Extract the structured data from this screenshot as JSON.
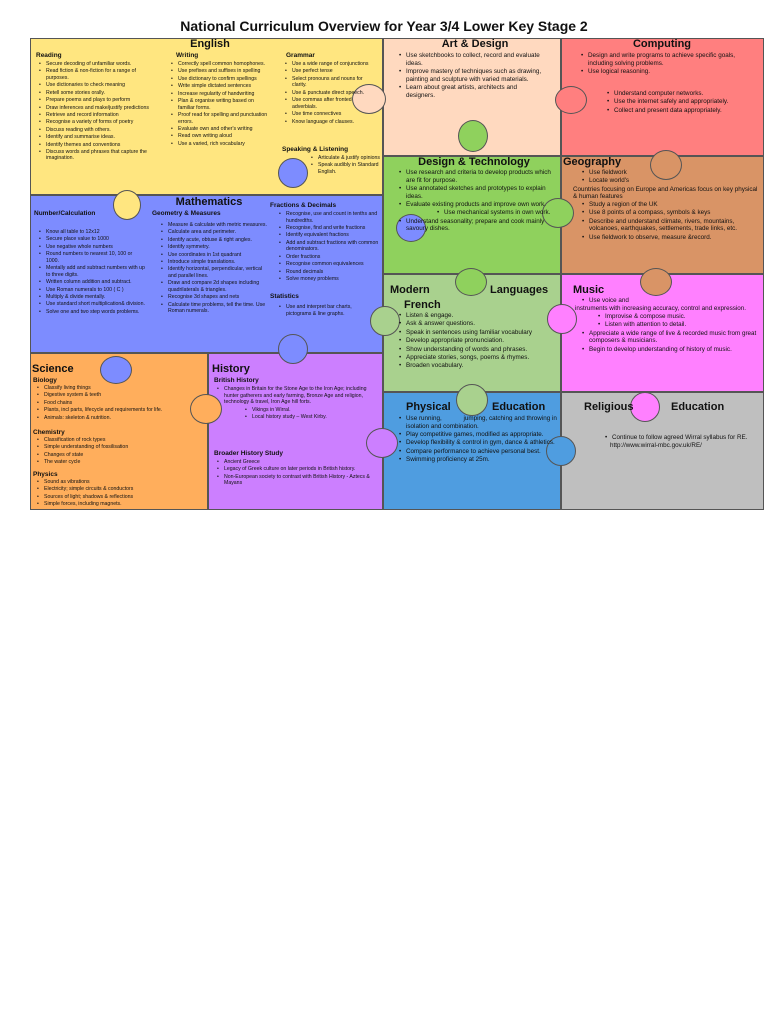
{
  "title": "National Curriculum Overview for Year 3/4  Lower Key Stage 2",
  "colors": {
    "english": "#ffe680",
    "art": "#ffd9bf",
    "computing": "#ff7f7f",
    "dt": "#8fd15d",
    "geography": "#d99466",
    "maths": "#7d8cff",
    "mfl": "#a9d18e",
    "music": "#ff80ff",
    "science": "#ffae5c",
    "history": "#cc7fff",
    "pe": "#4f9de0",
    "re": "#bfbfbf"
  },
  "english": {
    "heading": "English",
    "reading_label": "Reading",
    "reading": [
      "Secure decoding of unfamiliar words.",
      "Read fiction & non-fiction for a range of purposes.",
      "Use dictionaries to check meaning",
      "Retell some stories orally.",
      "Prepare poems and plays to perform",
      "Draw inferences and make/justify predictions",
      "Retrieve and record information",
      "Recognise a variety of forms of poetry",
      "Discuss reading with others.",
      "Identify and summarise ideas.",
      "Identify themes and conventions",
      "Discuss words and phrases that capture the imagination."
    ],
    "writing_label": "Writing",
    "writing": [
      "Correctly spell common homophones.",
      "Use prefixes and suffixes in spelling",
      "Use dictionary to confirm spellings",
      "Write simple dictated sentences",
      "Increase regularity of handwriting",
      "Plan & organise writing based on familiar forms.",
      "Proof read for spelling and punctuation errors.",
      "Evaluate own and other's writing",
      "Read own writing aloud",
      "Use a varied, rich vocabulary"
    ],
    "grammar_label": "Grammar",
    "grammar": [
      "Use a wide range of conjunctions",
      "Use perfect tense",
      "Select pronouns and nouns for clarity.",
      "Use & punctuate direct speech.",
      "Use commas after fronted adverbials.",
      "Use time connectives",
      "Know language of clauses."
    ],
    "speaking_label": "Speaking & Listening",
    "speaking": [
      "Articulate & justify opinions",
      "Speak audibly in Standard English."
    ]
  },
  "art": {
    "heading": "Art & Design",
    "items": [
      "Use sketchbooks to collect,  record and evaluate ideas.",
      "Improve mastery of techniques such as drawing, painting and sculpture with varied materials.",
      "Learn about great artists, architects and designers."
    ]
  },
  "computing": {
    "heading": "Computing",
    "items": [
      "Design and write programs to achieve specific goals, including solving problems.",
      "Use logical reasoning."
    ],
    "sub": [
      "Understand computer networks.",
      "Use the internet safely and appropriately.",
      "Collect and present data appropriately."
    ]
  },
  "dt": {
    "heading": "Design & Technology",
    "items": [
      "Use research and criteria to develop products which are fit for purpose.",
      "Use annotated sketches and prototypes to explain ideas.",
      "Evaluate existing products and improve own work."
    ],
    "sub": "Use mechanical systems in own work.",
    "last": "Understand seasonality; prepare and cook mainly savoury dishes."
  },
  "geography": {
    "heading": "Geography",
    "items_a": [
      "Use fieldwork",
      "Locate world's"
    ],
    "text": "Countries focusing on Europe and Americas focus on key physical & human features",
    "items_b": [
      "Study a region of the UK",
      "Use 8 points of a compass, symbols & keys",
      "Describe and understand climate, rivers, mountains, volcanoes, earthquakes, settlements, trade links, etc.",
      "Use fieldwork to observe, measure &record."
    ]
  },
  "maths": {
    "heading": "Mathematics",
    "num_label": "Number/Calculation",
    "num": [
      "Know all table to 12x12",
      "Secure place value to 1000",
      "Use negative whole numbers",
      "Round numbers to nearest 10, 100 or 1000.",
      "Mentally add and subtract numbers with up to three digits.",
      "Written column addition and subtract.",
      "Use Roman numerals to 100 ( C )",
      "Multiply & divide mentally.",
      "Use standard short multiplication& division.",
      "Solve one and two step words problems."
    ],
    "geom_label": "Geometry & Measures",
    "geom": [
      "Measure & calculate with metric measures.",
      "Calculate area and perimeter.",
      "Identify acute, obtuse & right angles.",
      "Identify symmetry.",
      "Use coordinates in 1st quadrant",
      "Introduce simple translations.",
      "Identify horizontal, perpendicular, vertical and parallel lines.",
      "Draw and compare 2d shapes including quadrilaterals & triangles.",
      "Recognise 3d shapes and nets",
      "Calculate time problems, tell the time. Use Roman numerals."
    ],
    "frac_label": "Fractions & Decimals",
    "frac": [
      "Recognise, use and count in tenths and hundredths.",
      "Recognise, find and write fractions",
      "Identify equivalent fractions",
      "Add and subtract fractions with common denominators.",
      "Order fractions",
      "Recognise common equivalences",
      "Round decimals",
      "Solve money problems"
    ],
    "stat_label": "Statistics",
    "stat": [
      "Use and interpret bar charts, pictograms & line graphs."
    ]
  },
  "mfl": {
    "heading_a": "Modern",
    "heading_b": "Languages",
    "heading_c": "French",
    "items": [
      "Listen & engage.",
      "Ask & answer questions.",
      "Speak in sentences using familiar vocabulary",
      "Develop appropriate pronunciation.",
      "Show understanding of words and phrases.",
      "Appreciate stories, songs, poems & rhymes.",
      "Broaden vocabulary."
    ]
  },
  "music": {
    "heading": "Music",
    "item1": "Use voice and",
    "text1": "instruments with increasing accuracy, control and expression.",
    "sub": [
      "Improvise & compose music.",
      "Listen with attention to detail."
    ],
    "item2": "Appreciate a wide range of live & recorded music from great composers & musicians.",
    "item3": "Begin to develop understanding of history of music."
  },
  "science": {
    "heading": "Science",
    "bio_label": "Biology",
    "bio": [
      "Classify living things",
      "Digestive system & teeth",
      "Food chains",
      "Plants, incl parts, lifecycle and requirements for life.",
      "Animals: skeleton & nutrition."
    ],
    "chem_label": "Chemistry",
    "chem": [
      "Classification of rock types",
      "Simple understanding of fossilisation",
      "Changes of state",
      "The water cycle"
    ],
    "phys_label": "Physics",
    "phys": [
      "Sound as vibrations",
      "Electricity; simple circuits & conductors",
      "Sources of light; shadows & reflections",
      "Simple forces, including magnets."
    ]
  },
  "history": {
    "heading": "History",
    "british_label": "British History",
    "british": [
      "Changes in Britain for the Stone Age to the Iron Age; including hunter gatherers and early farming, Bronze Age and religion, technology & travel, Iron Age hill forts."
    ],
    "local": [
      "Vikings in Wirral.",
      "Local history study – West Kirby."
    ],
    "broader_label": "Broader History Study",
    "broader": [
      "Ancient Greece",
      "Legacy of Greek culture on later periods in British history.",
      "Non-European society to contrast with British History  - Aztecs & Mayans"
    ]
  },
  "pe": {
    "heading_a": "Physical",
    "heading_b": "Education",
    "item_a": "Use running,",
    "item_a2": "jumping, catching and throwing in isolation and combination.",
    "items": [
      "Play competitive games, modified as appropriate.",
      "Develop flexibility & control in gym, dance & athletics.",
      "Compare performance to achieve personal best.",
      "Swimming proficiency at 25m."
    ]
  },
  "re": {
    "heading_a": "Religious",
    "heading_b": "Education",
    "items": [
      "Continue to follow agreed Wirral syllabus for RE."
    ],
    "link": "http://www.wirral-mbc.gov.uk/RE/"
  }
}
